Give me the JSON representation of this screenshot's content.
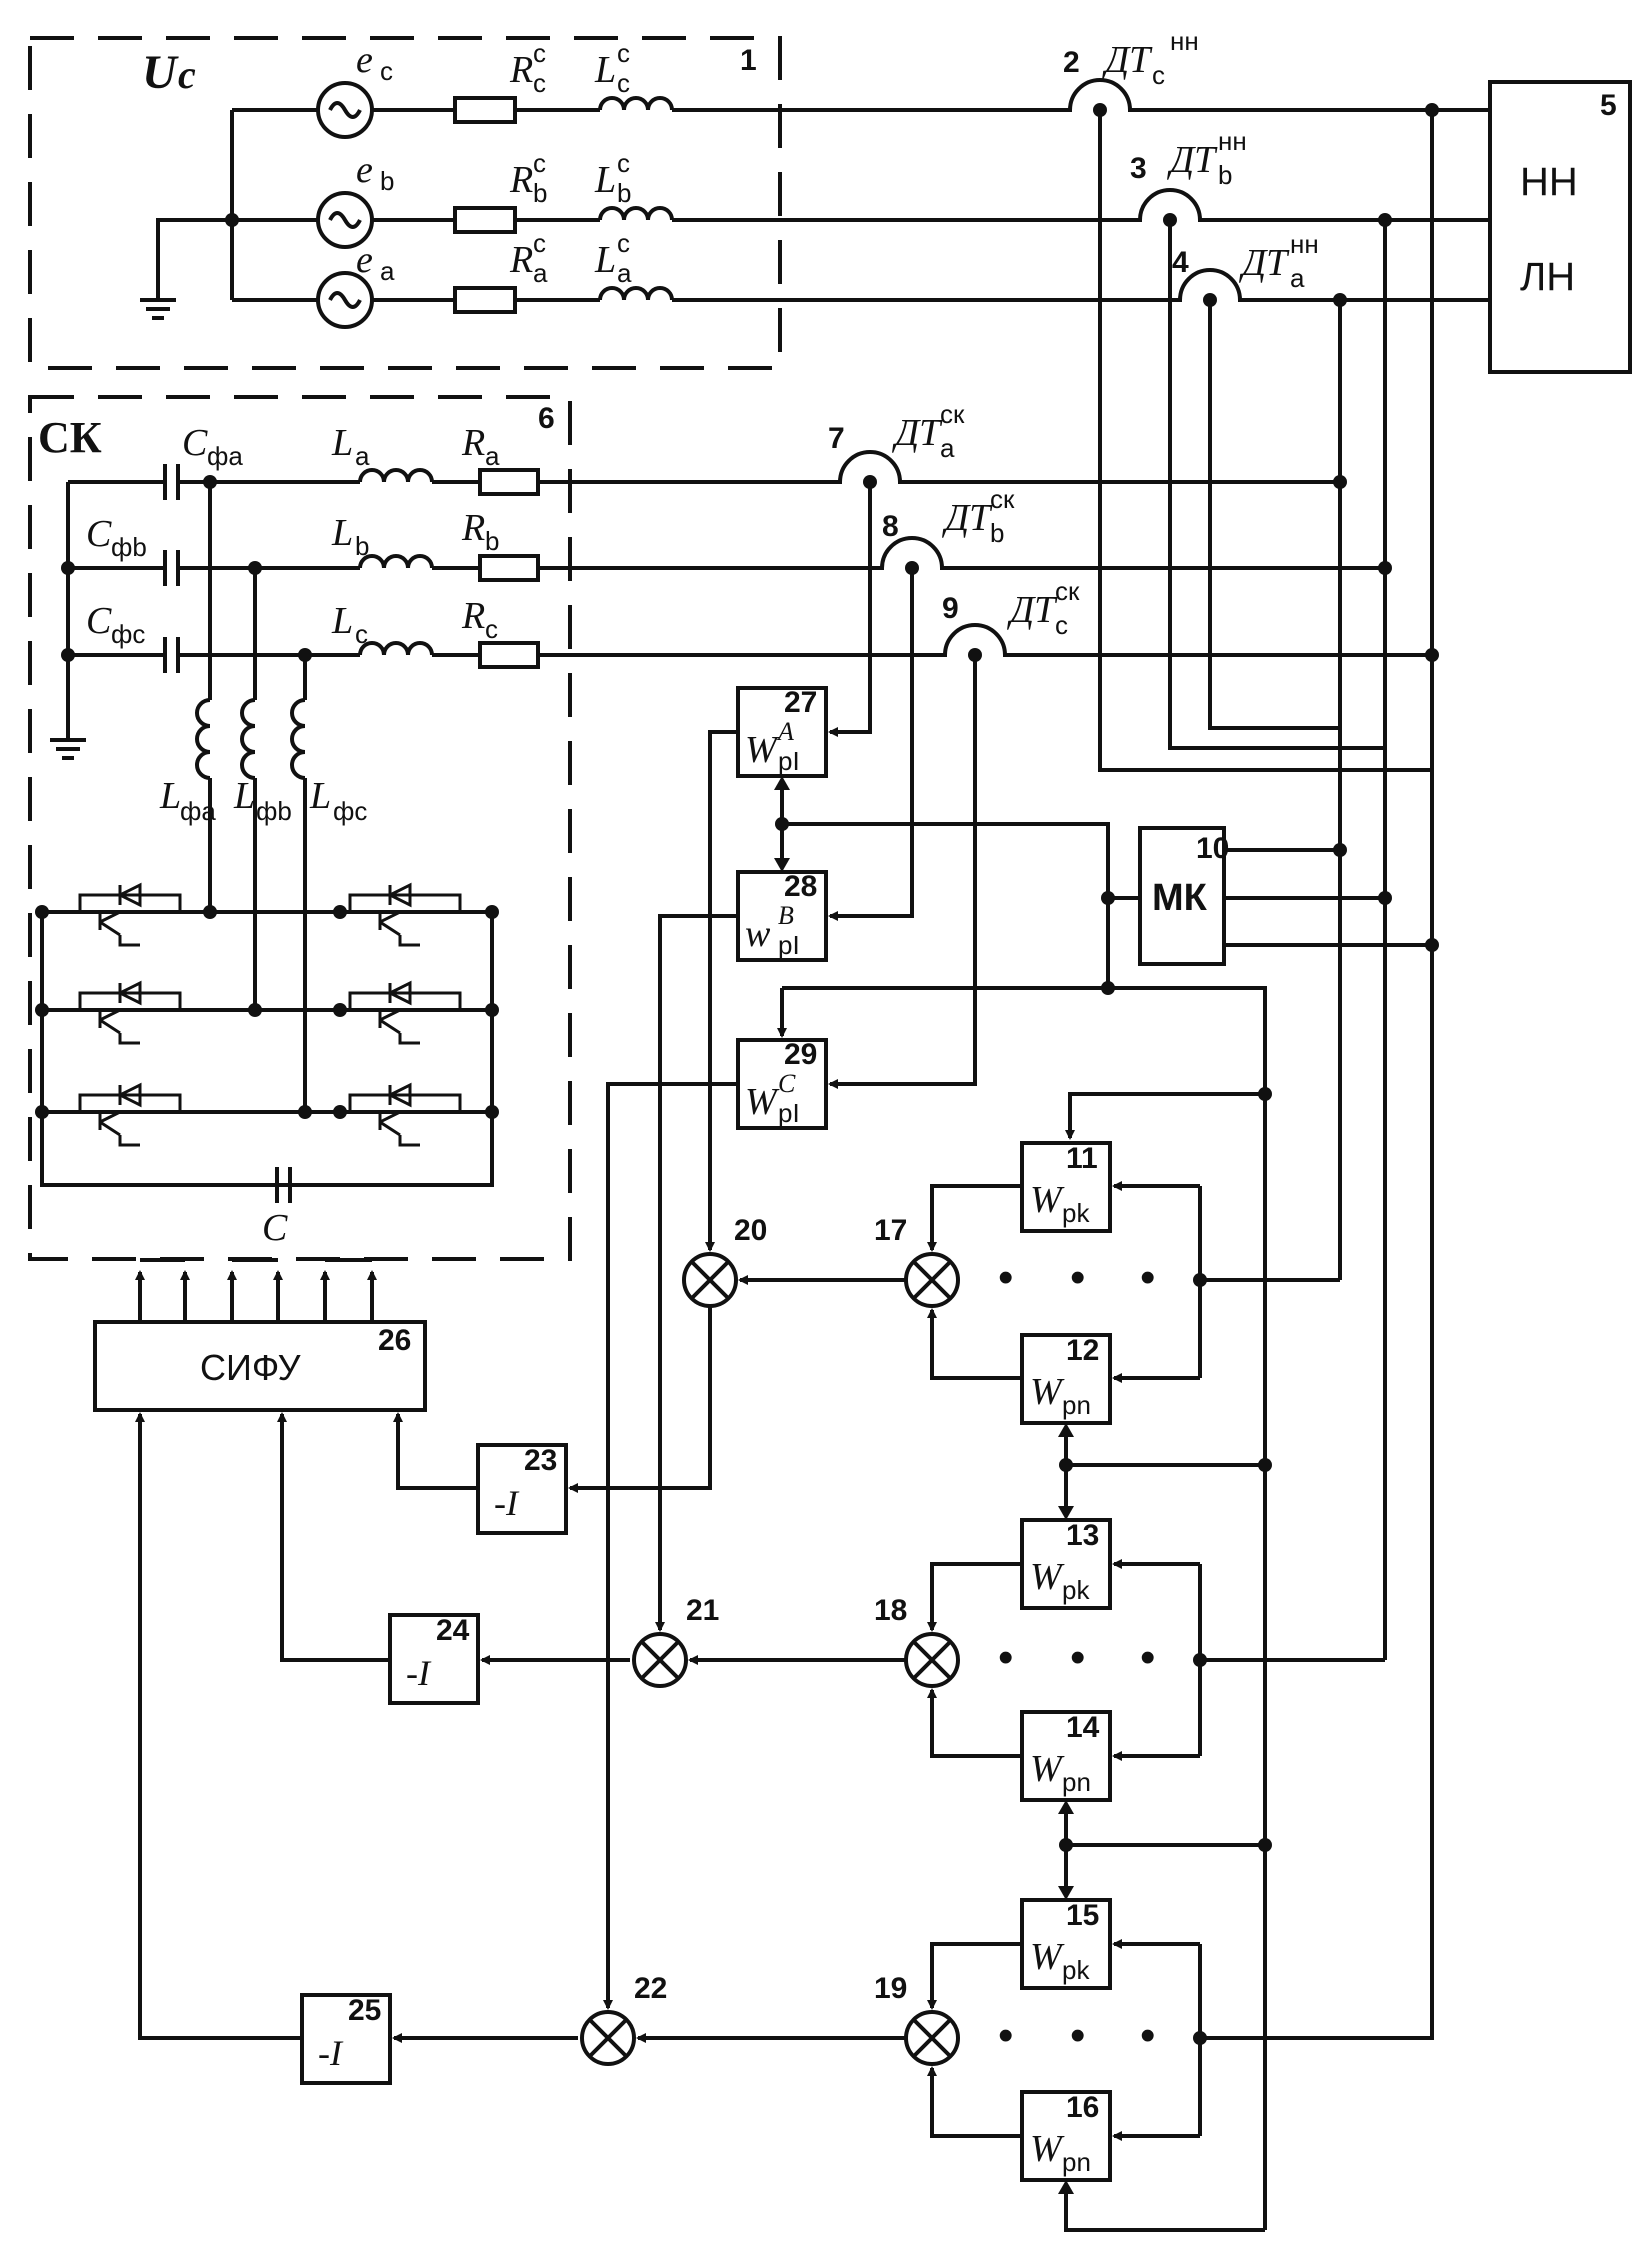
{
  "labels": {
    "group1_title": "U",
    "group1_title_sub": "c",
    "group1_num": "1",
    "group6_title": "СК",
    "group6_num": "6",
    "load_num": "5",
    "load_line1": "НН",
    "load_line2": "ЛН",
    "sources": [
      {
        "e": "e",
        "sub": "c"
      },
      {
        "e": "e",
        "sub": "b"
      },
      {
        "e": "e",
        "sub": "a"
      }
    ],
    "grid_R": [
      {
        "sym": "R",
        "sub": "c",
        "sup": "c"
      },
      {
        "sym": "R",
        "sub": "b",
        "sup": "c"
      },
      {
        "sym": "R",
        "sub": "a",
        "sup": "c"
      }
    ],
    "grid_L": [
      {
        "sym": "L",
        "sub": "c",
        "sup": "c"
      },
      {
        "sym": "L",
        "sub": "b",
        "sup": "c"
      },
      {
        "sym": "L",
        "sub": "a",
        "sup": "c"
      }
    ],
    "sensors_nn": [
      {
        "num": "2",
        "sym": "ДТ",
        "sub": "c",
        "sup": "нн"
      },
      {
        "num": "3",
        "sym": "ДТ",
        "sub": "b",
        "sup": "нн"
      },
      {
        "num": "4",
        "sym": "ДТ",
        "sub": "a",
        "sup": "нн"
      }
    ],
    "sensors_sk": [
      {
        "num": "7",
        "sym": "ДТ",
        "sub": "a",
        "sup": "ск"
      },
      {
        "num": "8",
        "sym": "ДТ",
        "sub": "b",
        "sup": "ск"
      },
      {
        "num": "9",
        "sym": "ДТ",
        "sub": "c",
        "sup": "ск"
      }
    ],
    "filter_caps": [
      {
        "sym": "C",
        "sub": "фa"
      },
      {
        "sym": "C",
        "sub": "фb"
      },
      {
        "sym": "C",
        "sub": "фc"
      }
    ],
    "sk_L": [
      {
        "sym": "L",
        "sub": "a"
      },
      {
        "sym": "L",
        "sub": "b"
      },
      {
        "sym": "L",
        "sub": "c"
      }
    ],
    "sk_R": [
      {
        "sym": "R",
        "sub": "a"
      },
      {
        "sym": "R",
        "sub": "b"
      },
      {
        "sym": "R",
        "sub": "c"
      }
    ],
    "filter_L": [
      {
        "sym": "L",
        "sub": "фa"
      },
      {
        "sym": "L",
        "sub": "фb"
      },
      {
        "sym": "L",
        "sub": "фc"
      }
    ],
    "dc_cap": "C",
    "sifu_num": "26",
    "sifu_label": "СИФУ",
    "mk_num": "10",
    "mk_label": "МК",
    "wpi_blocks": [
      {
        "num": "27",
        "sym": "W",
        "sup": "A",
        "sub": "pI"
      },
      {
        "num": "28",
        "sym": "w",
        "sup": "B",
        "sub": "pI"
      },
      {
        "num": "29",
        "sym": "W",
        "sup": "C",
        "sub": "pI"
      }
    ],
    "res_blocks": [
      {
        "num": "11",
        "sym": "W",
        "sub": "pk"
      },
      {
        "num": "12",
        "sym": "W",
        "sub": "pn"
      },
      {
        "num": "13",
        "sym": "W",
        "sub": "pk"
      },
      {
        "num": "14",
        "sym": "W",
        "sub": "pn"
      },
      {
        "num": "15",
        "sym": "W",
        "sub": "pk"
      },
      {
        "num": "16",
        "sym": "W",
        "sub": "pn"
      }
    ],
    "summers": [
      "17",
      "18",
      "19",
      "20",
      "21",
      "22"
    ],
    "inverters": [
      {
        "num": "23",
        "text": "-I"
      },
      {
        "num": "24",
        "text": "-I"
      },
      {
        "num": "25",
        "text": "-I"
      }
    ],
    "ellipsis": [
      "•",
      "•",
      "•"
    ]
  }
}
